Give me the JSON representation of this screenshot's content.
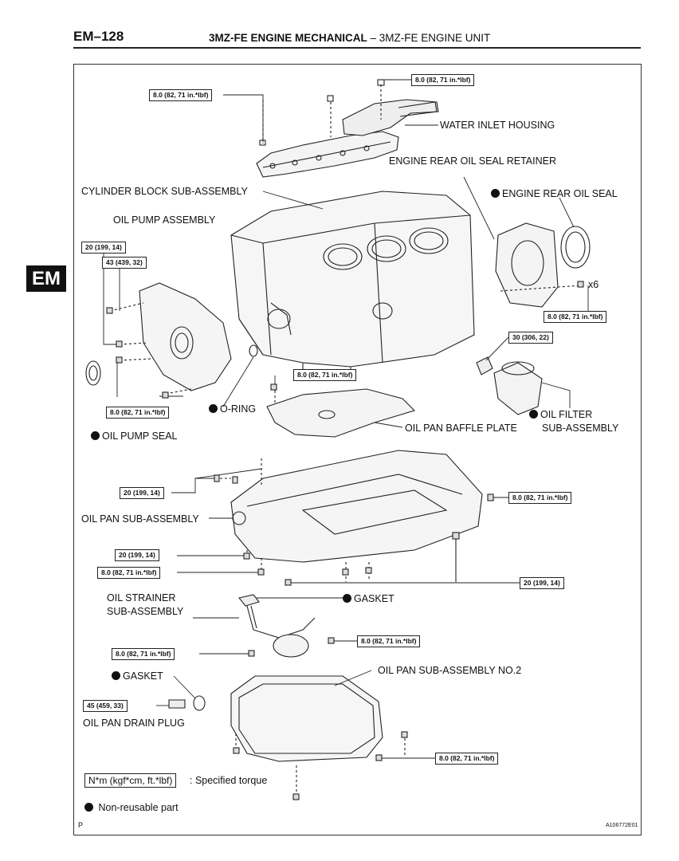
{
  "header": {
    "page_code": "EM–128",
    "section_bold": "3MZ-FE ENGINE MECHANICAL",
    "separator": "–",
    "section_rest": "3MZ-FE ENGINE UNIT"
  },
  "side_tab": "EM",
  "torque_labels": {
    "t1": "8.0 (82, 71 in.*lbf)",
    "t2": "8.0 (82, 71 in.*lbf)",
    "t3": "20 (199, 14)",
    "t4": "43 (439, 32)",
    "t5": "8.0 (82, 71 in.*lbf)",
    "t6": "30 (306, 22)",
    "t7": "8.0 (82, 71 in.*lbf)",
    "t8": "8.0 (82, 71 in.*lbf)",
    "t9": "20 (199, 14)",
    "t10": "8.0 (82, 71 in.*lbf)",
    "t11": "20 (199, 14)",
    "t12": "8.0 (82, 71 in.*lbf)",
    "t13": "20 (199, 14)",
    "t14": "8.0 (82, 71 in.*lbf)",
    "t15": "8.0 (82, 71 in.*lbf)",
    "t16": "45 (459, 33)",
    "t17": "8.0 (82, 71 in.*lbf)"
  },
  "part_labels": {
    "water_inlet_housing": "WATER INLET HOUSING",
    "engine_rear_oil_seal_retainer": "ENGINE REAR OIL SEAL RETAINER",
    "engine_rear_oil_seal": "ENGINE REAR OIL SEAL",
    "cylinder_block": "CYLINDER BLOCK SUB-ASSEMBLY",
    "oil_pump_assembly": "OIL PUMP ASSEMBLY",
    "x6": "x6",
    "o_ring": "O-RING",
    "oil_pump_seal": "OIL PUMP SEAL",
    "oil_pan_baffle_plate": "OIL PAN BAFFLE PLATE",
    "oil_filter_line1": "OIL FILTER",
    "oil_filter_line2": "SUB-ASSEMBLY",
    "oil_pan_sub_assembly": "OIL PAN SUB-ASSEMBLY",
    "oil_strainer_line1": "OIL STRAINER",
    "oil_strainer_line2": "SUB-ASSEMBLY",
    "gasket_strainer": "GASKET",
    "gasket_drain": "GASKET",
    "oil_pan_no2": "OIL PAN SUB-ASSEMBLY NO.2",
    "oil_pan_drain_plug": "OIL PAN DRAIN PLUG"
  },
  "legend": {
    "unit_box": "N*m (kgf*cm, ft.*lbf)",
    "unit_text": ": Specified torque",
    "non_reusable": "Non-reusable part"
  },
  "footer": {
    "corner": "P",
    "doc_id": "A106772E01"
  }
}
